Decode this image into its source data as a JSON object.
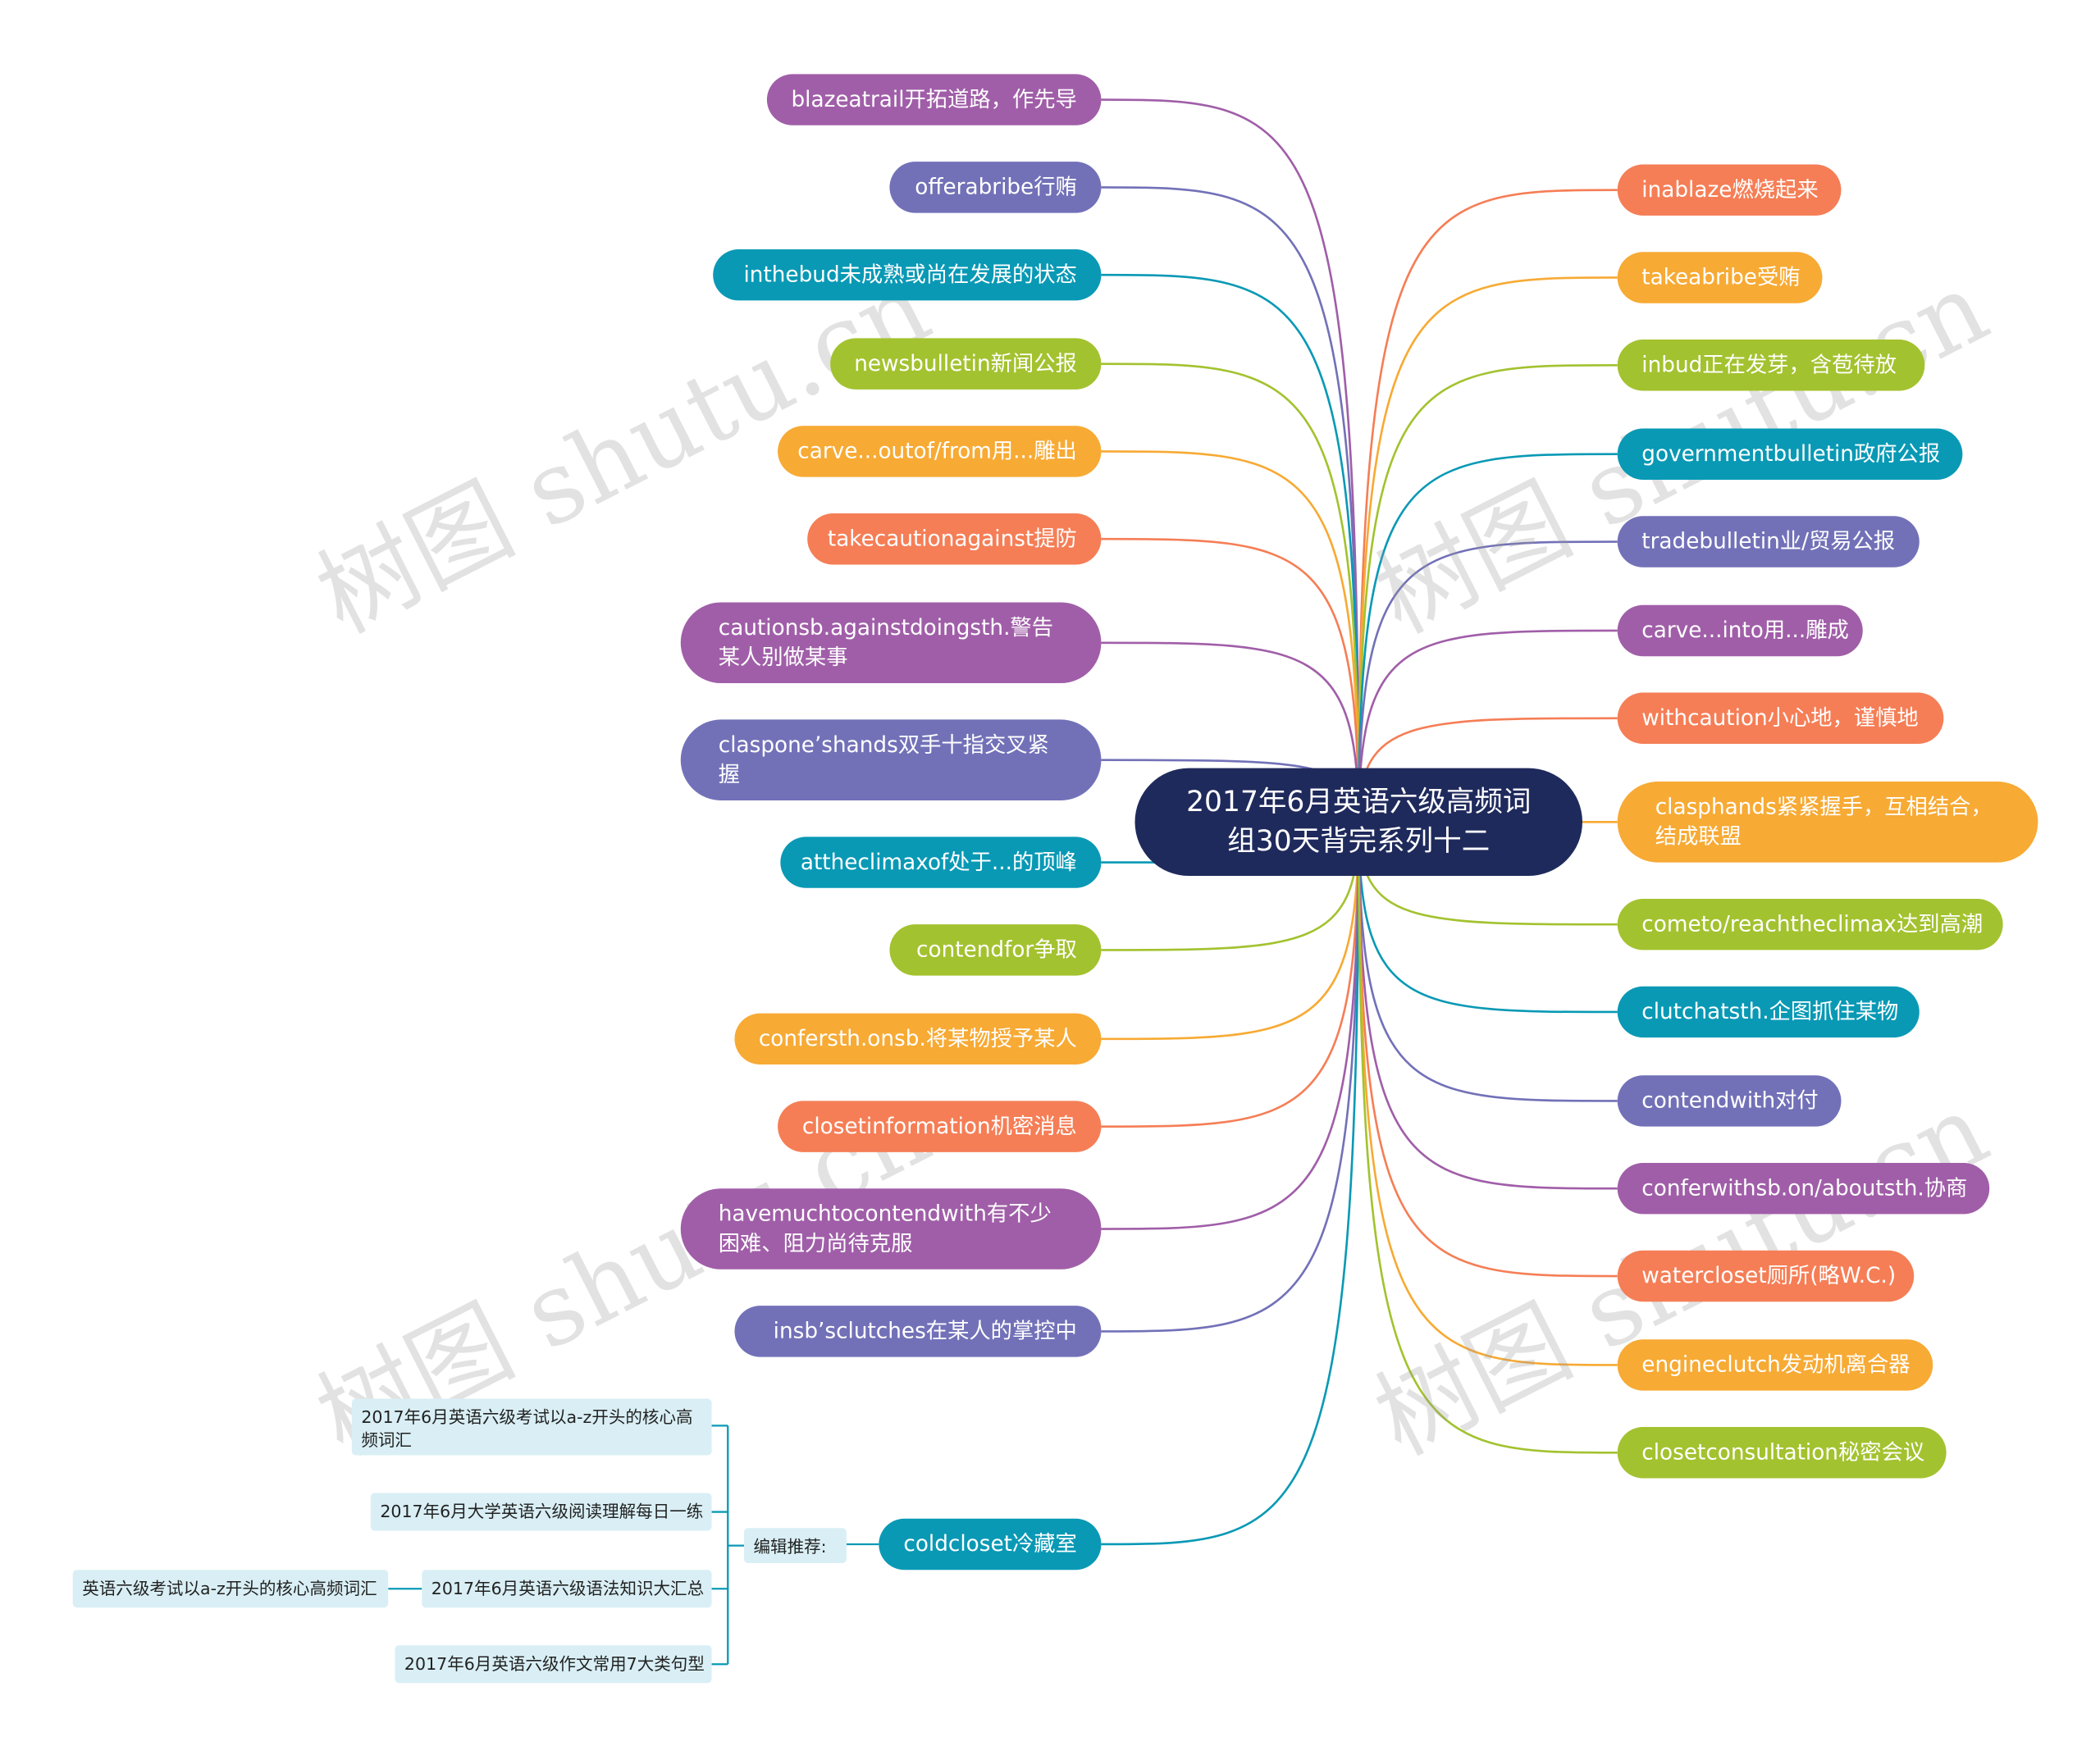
{
  "center": {
    "title": "2017年6月英语六级高频词组30天背完系列十二",
    "color": "#1f2a5c"
  },
  "colors": {
    "purple": "#a05ea8",
    "indigo": "#7271b8",
    "teal": "#0999b5",
    "lime": "#a3c22f",
    "amber": "#f7aa34",
    "coral": "#f57e56"
  },
  "left_nodes": [
    {
      "label": "blazeatrail开拓道路，作先导",
      "color": "purple"
    },
    {
      "label": "offerabribe行贿",
      "color": "indigo"
    },
    {
      "label": "inthebud未成熟或尚在发展的状态",
      "color": "teal"
    },
    {
      "label": "newsbulletin新闻公报",
      "color": "lime"
    },
    {
      "label": "carve...outof/from用...雕出",
      "color": "amber"
    },
    {
      "label": "takecautionagainst提防",
      "color": "coral"
    },
    {
      "label": "cautionsb.againstdoingsth.警告某人别做某事",
      "color": "purple"
    },
    {
      "label": "claspone’shands双手十指交叉紧握",
      "color": "indigo"
    },
    {
      "label": "attheclimaxof处于...的顶峰",
      "color": "teal"
    },
    {
      "label": "contendfor争取",
      "color": "lime"
    },
    {
      "label": "confersth.onsb.将某物授予某人",
      "color": "amber"
    },
    {
      "label": "closetinformation机密消息",
      "color": "coral"
    },
    {
      "label": "havemuchtocontendwith有不少困难、阻力尚待克服",
      "color": "purple"
    },
    {
      "label": "insb’sclutches在某人的掌控中",
      "color": "indigo"
    },
    {
      "label": "coldcloset冷藏室",
      "color": "teal"
    }
  ],
  "right_nodes": [
    {
      "label": "inablaze燃烧起来",
      "color": "coral"
    },
    {
      "label": "takeabribe受贿",
      "color": "amber"
    },
    {
      "label": "inbud正在发芽，含苞待放",
      "color": "lime"
    },
    {
      "label": "governmentbulletin政府公报",
      "color": "teal"
    },
    {
      "label": "tradebulletin业/贸易公报",
      "color": "indigo"
    },
    {
      "label": "carve...into用...雕成",
      "color": "purple"
    },
    {
      "label": "withcaution小心地，谨慎地",
      "color": "coral"
    },
    {
      "label": "clasphands紧紧握手，互相结合，结成联盟",
      "color": "amber"
    },
    {
      "label": "cometo/reachtheclimax达到高潮",
      "color": "lime"
    },
    {
      "label": "clutchatsth.企图抓住某物",
      "color": "teal"
    },
    {
      "label": "contendwith对付",
      "color": "indigo"
    },
    {
      "label": "conferwithsb.on/aboutsth.协商",
      "color": "purple"
    },
    {
      "label": "watercloset厕所(略W.C.)",
      "color": "coral"
    },
    {
      "label": "engineclutch发动机离合器",
      "color": "amber"
    },
    {
      "label": "closetconsultation秘密会议",
      "color": "lime"
    }
  ],
  "recommend": {
    "label": "编辑推荐:",
    "items": [
      "2017年6月英语六级考试以a-z开头的核心高频词汇",
      "2017年6月大学英语六级阅读理解每日一练",
      "2017年6月英语六级语法知识大汇总",
      "2017年6月英语六级作文常用7大类句型"
    ],
    "sub_item": "英语六级考试以a-z开头的核心高频词汇"
  },
  "watermark": "树图 shutu.cn"
}
